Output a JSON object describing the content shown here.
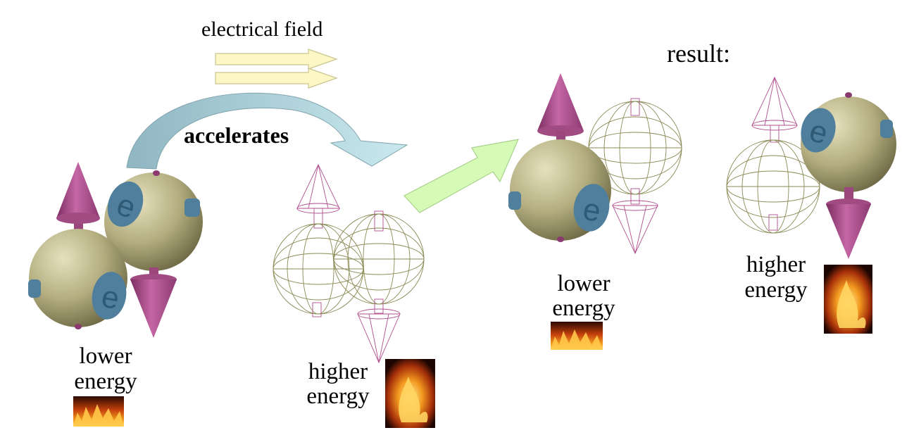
{
  "labels": {
    "field": "electrical field",
    "accelerates": "accelerates",
    "result": "result:",
    "pair1_line1": "lower",
    "pair1_line2": "energy",
    "pair2_line1": "higher",
    "pair2_line2": "energy",
    "pair3_line1": "lower",
    "pair3_line2": "energy",
    "pair4_line1": "higher",
    "pair4_line2": "energy",
    "electron_symbol": "e"
  },
  "colors": {
    "sphere_fill": "#b3ad80",
    "badge": "#4f7f9c",
    "spin_arrow": "#b04f8e",
    "wire": "#8a8a55",
    "wire_arrow": "#b04f8e",
    "field_arrow": "#fcf7c5",
    "curved_arrow": "#a9d4dc",
    "green_arrow": "#d6fbb6",
    "flame": "#f39a1f"
  },
  "icons": [
    "fire-thumbnail-icon",
    "spin-up-arrow-icon",
    "spin-down-arrow-icon",
    "electron-badge-icon"
  ]
}
